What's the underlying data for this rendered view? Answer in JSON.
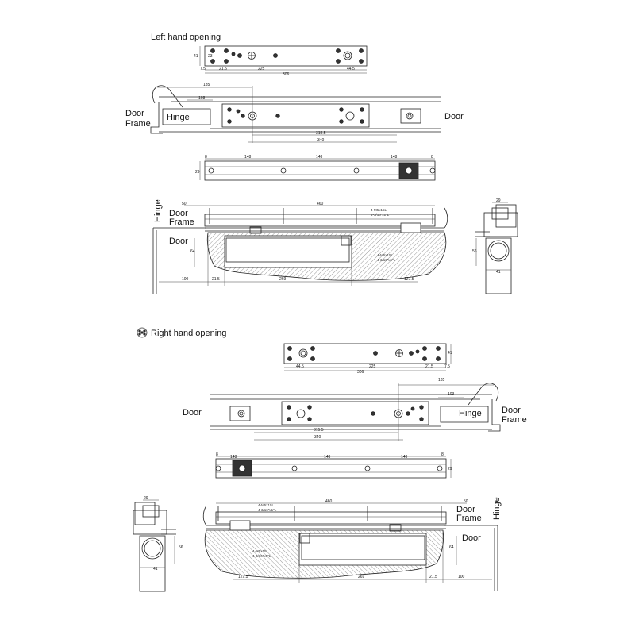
{
  "left": {
    "title": "Left hand opening",
    "plate_dims": {
      "height": "41",
      "inner": "23",
      "edge": "7.5",
      "offset": "21.5",
      "center": "225",
      "right": "44.5",
      "total": "306"
    },
    "track": {
      "door_label": "Door",
      "frame_label_1": "Door",
      "frame_label_2": "Frame",
      "hinge_label": "Hinge",
      "dim_185": "185",
      "dim_103": "103",
      "dim_315": "315.5",
      "dim_340": "340"
    },
    "arm": {
      "end_l": "8",
      "span_1": "148",
      "span_2": "148",
      "span_3": "148",
      "end_r": "8",
      "height": "29"
    },
    "section": {
      "hinge_label": "Hinge",
      "frame_label_1": "Door",
      "frame_label_2": "Frame",
      "door_label": "Door",
      "dim_50": "50",
      "dim_460": "460",
      "dim_64": "64",
      "dim_100": "100",
      "dim_21": "21.5",
      "dim_269": "269",
      "dim_127": "127.5",
      "screw_top_1": "4-M5x15L",
      "screw_top_2": "4-3/16\"x1\"L",
      "screw_bot_1": "4-M5x15L",
      "screw_bot_2": "4-3/16\"x1\"L"
    },
    "side": {
      "dim_29": "29",
      "dim_56": "56",
      "dim_41": "41"
    }
  },
  "right": {
    "title": "Right hand opening",
    "plate_dims": {
      "height": "41",
      "edge": "7.5",
      "offset": "21.5",
      "center": "225",
      "left": "44.5",
      "total": "306"
    },
    "track": {
      "door_label": "Door",
      "frame_label_1": "Door",
      "frame_label_2": "Frame",
      "hinge_label": "Hinge",
      "dim_185": "185",
      "dim_103": "103",
      "dim_315": "315.5",
      "dim_340": "340"
    },
    "arm": {
      "end_l": "8",
      "span_1": "148",
      "span_2": "148",
      "span_3": "148",
      "end_r": "8",
      "height": "29"
    },
    "section": {
      "hinge_label": "Hinge",
      "frame_label_1": "Door",
      "frame_label_2": "Frame",
      "door_label": "Door",
      "dim_50": "50",
      "dim_460": "460",
      "dim_64": "64",
      "dim_100": "100",
      "dim_21": "21.5",
      "dim_269": "269",
      "dim_127": "127.5",
      "screw_top_1": "4-M5x15L",
      "screw_top_2": "4-3/16\"x1\"L",
      "screw_bot_1": "4-M5x15L",
      "screw_bot_2": "4-3/16\"x1\"L"
    },
    "side": {
      "dim_29": "29",
      "dim_56": "56",
      "dim_41": "41"
    }
  }
}
